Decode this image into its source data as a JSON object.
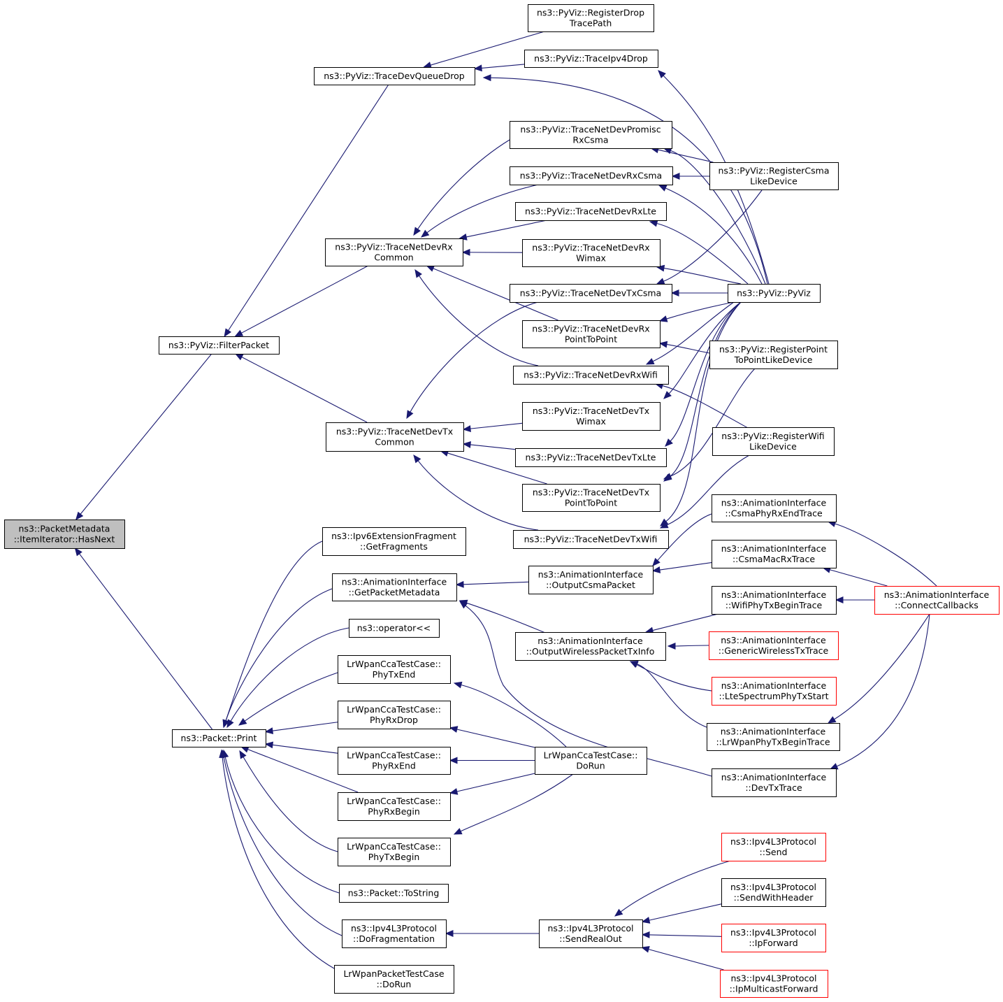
{
  "diagram": {
    "type": "caller-graph",
    "colors": {
      "edge": "#191970",
      "border_default": "#000000",
      "border_truncated": "#ff0000",
      "fill_default": "#ffffff",
      "fill_root": "#bfbfbf"
    },
    "nodes": [
      {
        "id": "hasnext",
        "lines": [
          "ns3::PacketMetadata",
          "::ItemIterator::HasNext"
        ],
        "style": "root"
      },
      {
        "id": "filterpacket",
        "lines": [
          "ns3::PyViz::FilterPacket"
        ]
      },
      {
        "id": "print",
        "lines": [
          "ns3::Packet::Print"
        ]
      },
      {
        "id": "tracedevqueuedrop",
        "lines": [
          "ns3::PyViz::TraceDevQueueDrop"
        ]
      },
      {
        "id": "rxcommon",
        "lines": [
          "ns3::PyViz::TraceNetDevRx",
          "Common"
        ]
      },
      {
        "id": "txcommon",
        "lines": [
          "ns3::PyViz::TraceNetDevTx",
          "Common"
        ]
      },
      {
        "id": "registerdrop",
        "lines": [
          "ns3::PyViz::RegisterDrop",
          "TracePath"
        ]
      },
      {
        "id": "traceipv4drop",
        "lines": [
          "ns3::PyViz::TraceIpv4Drop"
        ]
      },
      {
        "id": "rxpromisc",
        "lines": [
          "ns3::PyViz::TraceNetDevPromisc",
          "RxCsma"
        ]
      },
      {
        "id": "rxcsma",
        "lines": [
          "ns3::PyViz::TraceNetDevRxCsma"
        ]
      },
      {
        "id": "rxlte",
        "lines": [
          "ns3::PyViz::TraceNetDevRxLte"
        ]
      },
      {
        "id": "rxwimax",
        "lines": [
          "ns3::PyViz::TraceNetDevRx",
          "Wimax"
        ]
      },
      {
        "id": "txcsma",
        "lines": [
          "ns3::PyViz::TraceNetDevTxCsma"
        ]
      },
      {
        "id": "rxp2p",
        "lines": [
          "ns3::PyViz::TraceNetDevRx",
          "PointToPoint"
        ]
      },
      {
        "id": "rxwifi",
        "lines": [
          "ns3::PyViz::TraceNetDevRxWifi"
        ]
      },
      {
        "id": "txwimax",
        "lines": [
          "ns3::PyViz::TraceNetDevTx",
          "Wimax"
        ]
      },
      {
        "id": "txlte",
        "lines": [
          "ns3::PyViz::TraceNetDevTxLte"
        ]
      },
      {
        "id": "txp2p",
        "lines": [
          "ns3::PyViz::TraceNetDevTx",
          "PointToPoint"
        ]
      },
      {
        "id": "txwifi",
        "lines": [
          "ns3::PyViz::TraceNetDevTxWifi"
        ]
      },
      {
        "id": "regcsma",
        "lines": [
          "ns3::PyViz::RegisterCsma",
          "LikeDevice"
        ]
      },
      {
        "id": "pyviz",
        "lines": [
          "ns3::PyViz::PyViz"
        ]
      },
      {
        "id": "regp2p",
        "lines": [
          "ns3::PyViz::RegisterPoint",
          "ToPointLikeDevice"
        ]
      },
      {
        "id": "regwifi",
        "lines": [
          "ns3::PyViz::RegisterWifi",
          "LikeDevice"
        ]
      },
      {
        "id": "ipv6frag",
        "lines": [
          "ns3::Ipv6ExtensionFragment",
          "::GetFragments"
        ]
      },
      {
        "id": "getpktmeta",
        "lines": [
          "ns3::AnimationInterface",
          "::GetPacketMetadata"
        ]
      },
      {
        "id": "operatorlsh",
        "lines": [
          "ns3::operator<<"
        ]
      },
      {
        "id": "phytxend",
        "lines": [
          "LrWpanCcaTestCase::",
          "PhyTxEnd"
        ]
      },
      {
        "id": "phyrxdrop",
        "lines": [
          "LrWpanCcaTestCase::",
          "PhyRxDrop"
        ]
      },
      {
        "id": "phyrxend",
        "lines": [
          "LrWpanCcaTestCase::",
          "PhyRxEnd"
        ]
      },
      {
        "id": "phyrxbegin",
        "lines": [
          "LrWpanCcaTestCase::",
          "PhyRxBegin"
        ]
      },
      {
        "id": "phytxbegin",
        "lines": [
          "LrWpanCcaTestCase::",
          "PhyTxBegin"
        ]
      },
      {
        "id": "tostring",
        "lines": [
          "ns3::Packet::ToString"
        ]
      },
      {
        "id": "dofrag",
        "lines": [
          "ns3::Ipv4L3Protocol",
          "::DoFragmentation"
        ]
      },
      {
        "id": "lrpktdorun",
        "lines": [
          "LrWpanPacketTestCase",
          "::DoRun"
        ]
      },
      {
        "id": "outcsmapkt",
        "lines": [
          "ns3::AnimationInterface",
          "::OutputCsmaPacket"
        ]
      },
      {
        "id": "outwireless",
        "lines": [
          "ns3::AnimationInterface",
          "::OutputWirelessPacketTxInfo"
        ]
      },
      {
        "id": "ccadorun",
        "lines": [
          "LrWpanCcaTestCase::",
          "DoRun"
        ]
      },
      {
        "id": "sendrealout",
        "lines": [
          "ns3::Ipv4L3Protocol",
          "::SendRealOut"
        ]
      },
      {
        "id": "csmaphyrxend",
        "lines": [
          "ns3::AnimationInterface",
          "::CsmaPhyRxEndTrace"
        ]
      },
      {
        "id": "csmamacrx",
        "lines": [
          "ns3::AnimationInterface",
          "::CsmaMacRxTrace"
        ]
      },
      {
        "id": "wifiphytxbegin",
        "lines": [
          "ns3::AnimationInterface",
          "::WifiPhyTxBeginTrace"
        ]
      },
      {
        "id": "genericwireless",
        "lines": [
          "ns3::AnimationInterface",
          "::GenericWirelessTxTrace"
        ],
        "style": "truncated"
      },
      {
        "id": "ltespectrum",
        "lines": [
          "ns3::AnimationInterface",
          "::LteSpectrumPhyTxStart"
        ],
        "style": "truncated"
      },
      {
        "id": "lrwpanphytx",
        "lines": [
          "ns3::AnimationInterface",
          "::LrWpanPhyTxBeginTrace"
        ]
      },
      {
        "id": "devtxtrace",
        "lines": [
          "ns3::AnimationInterface",
          "::DevTxTrace"
        ]
      },
      {
        "id": "connectcb",
        "lines": [
          "ns3::AnimationInterface",
          "::ConnectCallbacks"
        ],
        "style": "truncated"
      },
      {
        "id": "ipv4send",
        "lines": [
          "ns3::Ipv4L3Protocol",
          "::Send"
        ],
        "style": "truncated"
      },
      {
        "id": "sendwithheader",
        "lines": [
          "ns3::Ipv4L3Protocol",
          "::SendWithHeader"
        ]
      },
      {
        "id": "ipforward",
        "lines": [
          "ns3::Ipv4L3Protocol",
          "::IpForward"
        ],
        "style": "truncated"
      },
      {
        "id": "ipmcforward",
        "lines": [
          "ns3::Ipv4L3Protocol",
          "::IpMulticastForward"
        ],
        "style": "truncated"
      }
    ],
    "edges": [
      {
        "from": "filterpacket",
        "to": "hasnext"
      },
      {
        "from": "print",
        "to": "hasnext"
      },
      {
        "from": "tracedevqueuedrop",
        "to": "filterpacket"
      },
      {
        "from": "rxcommon",
        "to": "filterpacket"
      },
      {
        "from": "txcommon",
        "to": "filterpacket"
      },
      {
        "from": "registerdrop",
        "to": "tracedevqueuedrop"
      },
      {
        "from": "traceipv4drop",
        "to": "tracedevqueuedrop"
      },
      {
        "from": "pyviz",
        "to": "tracedevqueuedrop"
      },
      {
        "from": "pyviz",
        "to": "traceipv4drop"
      },
      {
        "from": "rxpromisc",
        "to": "rxcommon"
      },
      {
        "from": "rxcsma",
        "to": "rxcommon"
      },
      {
        "from": "rxlte",
        "to": "rxcommon"
      },
      {
        "from": "rxwimax",
        "to": "rxcommon"
      },
      {
        "from": "rxp2p",
        "to": "rxcommon"
      },
      {
        "from": "rxwifi",
        "to": "rxcommon"
      },
      {
        "from": "txcsma",
        "to": "txcommon"
      },
      {
        "from": "txwimax",
        "to": "txcommon"
      },
      {
        "from": "txlte",
        "to": "txcommon"
      },
      {
        "from": "txp2p",
        "to": "txcommon"
      },
      {
        "from": "txwifi",
        "to": "txcommon"
      },
      {
        "from": "regcsma",
        "to": "rxpromisc"
      },
      {
        "from": "regcsma",
        "to": "rxcsma"
      },
      {
        "from": "regcsma",
        "to": "txcsma"
      },
      {
        "from": "pyviz",
        "to": "rxpromisc"
      },
      {
        "from": "pyviz",
        "to": "rxcsma"
      },
      {
        "from": "pyviz",
        "to": "rxlte"
      },
      {
        "from": "pyviz",
        "to": "rxwimax"
      },
      {
        "from": "pyviz",
        "to": "txcsma"
      },
      {
        "from": "pyviz",
        "to": "rxp2p"
      },
      {
        "from": "pyviz",
        "to": "rxwifi"
      },
      {
        "from": "pyviz",
        "to": "txwimax"
      },
      {
        "from": "pyviz",
        "to": "txlte"
      },
      {
        "from": "pyviz",
        "to": "txp2p"
      },
      {
        "from": "pyviz",
        "to": "txwifi"
      },
      {
        "from": "regp2p",
        "to": "rxp2p"
      },
      {
        "from": "regp2p",
        "to": "txp2p"
      },
      {
        "from": "regwifi",
        "to": "rxwifi"
      },
      {
        "from": "regwifi",
        "to": "txwifi"
      },
      {
        "from": "ipv6frag",
        "to": "print"
      },
      {
        "from": "getpktmeta",
        "to": "print"
      },
      {
        "from": "operatorlsh",
        "to": "print"
      },
      {
        "from": "phytxend",
        "to": "print"
      },
      {
        "from": "phyrxdrop",
        "to": "print"
      },
      {
        "from": "phyrxend",
        "to": "print"
      },
      {
        "from": "phyrxbegin",
        "to": "print"
      },
      {
        "from": "phytxbegin",
        "to": "print"
      },
      {
        "from": "tostring",
        "to": "print"
      },
      {
        "from": "dofrag",
        "to": "print"
      },
      {
        "from": "lrpktdorun",
        "to": "print"
      },
      {
        "from": "outcsmapkt",
        "to": "getpktmeta"
      },
      {
        "from": "outwireless",
        "to": "getpktmeta"
      },
      {
        "from": "devtxtrace",
        "to": "getpktmeta"
      },
      {
        "from": "ccadorun",
        "to": "phytxend"
      },
      {
        "from": "ccadorun",
        "to": "phyrxdrop"
      },
      {
        "from": "ccadorun",
        "to": "phyrxend"
      },
      {
        "from": "ccadorun",
        "to": "phyrxbegin"
      },
      {
        "from": "ccadorun",
        "to": "phytxbegin"
      },
      {
        "from": "sendrealout",
        "to": "dofrag"
      },
      {
        "from": "csmaphyrxend",
        "to": "outcsmapkt"
      },
      {
        "from": "csmamacrx",
        "to": "outcsmapkt"
      },
      {
        "from": "wifiphytxbegin",
        "to": "outwireless"
      },
      {
        "from": "genericwireless",
        "to": "outwireless"
      },
      {
        "from": "ltespectrum",
        "to": "outwireless"
      },
      {
        "from": "lrwpanphytx",
        "to": "outwireless"
      },
      {
        "from": "connectcb",
        "to": "csmaphyrxend"
      },
      {
        "from": "connectcb",
        "to": "csmamacrx"
      },
      {
        "from": "connectcb",
        "to": "wifiphytxbegin"
      },
      {
        "from": "connectcb",
        "to": "lrwpanphytx"
      },
      {
        "from": "connectcb",
        "to": "devtxtrace"
      },
      {
        "from": "ipv4send",
        "to": "sendrealout"
      },
      {
        "from": "sendwithheader",
        "to": "sendrealout"
      },
      {
        "from": "ipforward",
        "to": "sendrealout"
      },
      {
        "from": "ipmcforward",
        "to": "sendrealout"
      }
    ]
  }
}
